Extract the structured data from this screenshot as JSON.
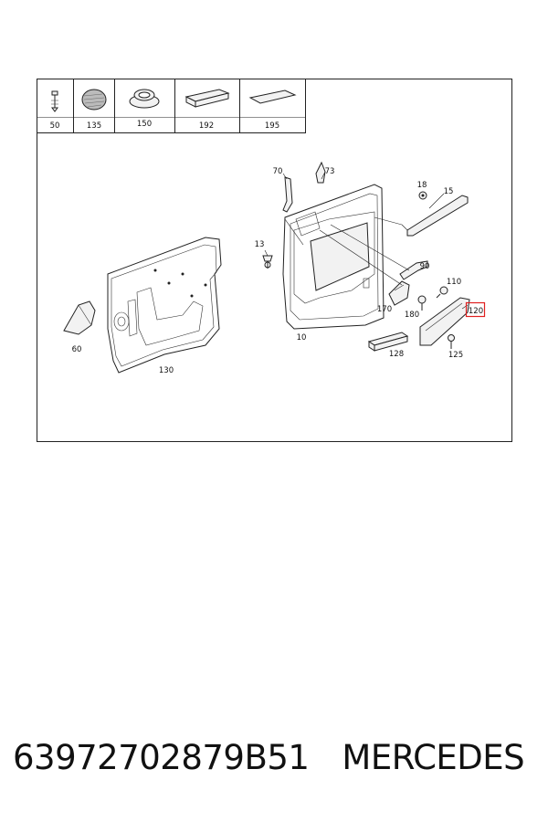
{
  "legend": {
    "items": [
      {
        "label": "50"
      },
      {
        "label": "135"
      },
      {
        "label": "150"
      },
      {
        "label": "192"
      },
      {
        "label": "195"
      }
    ]
  },
  "callouts": {
    "c10": "10",
    "c13": "13",
    "c15": "15",
    "c18": "18",
    "c60": "60",
    "c70": "70",
    "c73": "73",
    "c90": "90",
    "c110": "110",
    "c120": "120",
    "c125": "125",
    "c128": "128",
    "c130": "130",
    "c170": "170",
    "c180": "180"
  },
  "highlight": {
    "color": "#e02020",
    "label": "120"
  },
  "caption": {
    "part_number": "63972702879B51",
    "brand": "MERCEDES"
  }
}
